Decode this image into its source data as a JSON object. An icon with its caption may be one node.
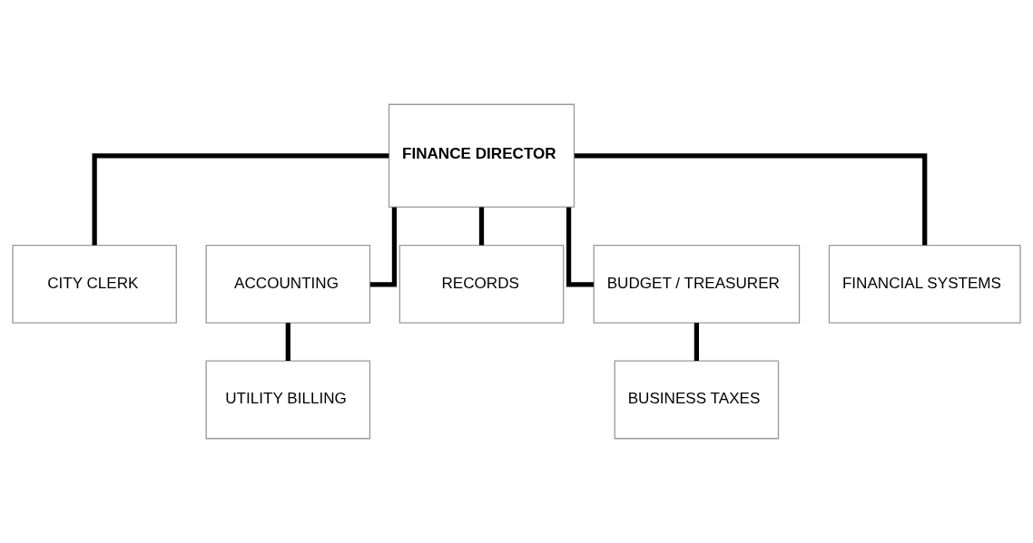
{
  "diagram": {
    "nodes": [
      {
        "text": [
          "FINANCE DIRECTOR"
        ]
      },
      {
        "text": [
          "CITY CLERK"
        ]
      },
      {
        "text": [
          "ACCOUNTING"
        ]
      },
      {
        "text": [
          "RECORDS"
        ]
      },
      {
        "text": [
          "BUDGET / TREASURER"
        ]
      },
      {
        "text": [
          "FINANCIAL SYSTEMS"
        ]
      },
      {
        "text": [
          "UTILITY BILLING"
        ]
      },
      {
        "text": [
          "BUSINESS TAXES"
        ]
      }
    ],
    "edges": [
      {
        "from": 0,
        "to": 1,
        "arrow": "none"
      },
      {
        "from": 0,
        "to": 2,
        "arrow": "none"
      },
      {
        "from": 0,
        "to": 3,
        "arrow": "none"
      },
      {
        "from": 0,
        "to": 4,
        "arrow": "none"
      },
      {
        "from": 0,
        "to": 5,
        "arrow": "none"
      },
      {
        "from": 2,
        "to": 6,
        "arrow": "none"
      },
      {
        "from": 4,
        "to": 7,
        "arrow": "none"
      }
    ]
  }
}
